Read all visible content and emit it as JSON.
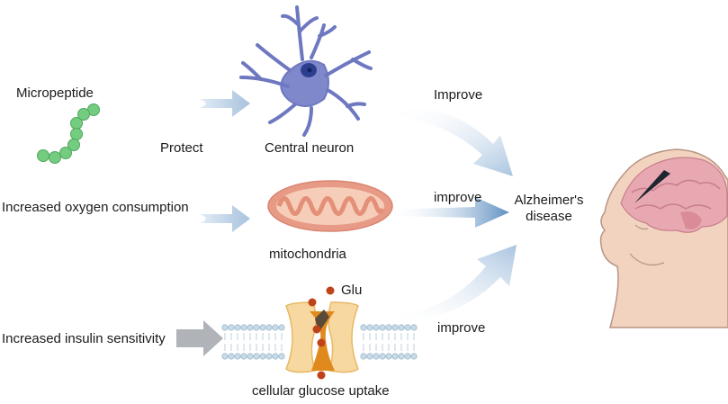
{
  "labels": {
    "micropeptide": "Micropeptide",
    "protect": "Protect",
    "central_neuron": "Central neuron",
    "improve_top": "Improve",
    "increased_oxygen": "Increased oxygen consumption",
    "mitochondria": "mitochondria",
    "improve_mid": "improve",
    "alzheimers_line1": "Alzheimer's",
    "alzheimers_line2": "disease",
    "glu": "Glu",
    "increased_insulin": "Increased insulin sensitivity",
    "cellular_glucose": "cellular glucose uptake",
    "improve_bottom": "improve"
  },
  "icons": {
    "peptide": "peptide-chain-icon",
    "neuron": "neuron-icon",
    "mitochondrion": "mitochondrion-icon",
    "membrane": "cell-membrane-icon",
    "transporter": "glucose-transporter-icon",
    "head": "human-head-brain-icon"
  },
  "colors": {
    "arrow_light": "#bcd3e8",
    "arrow_dark": "#6f9cc8",
    "neuron": "#7d86c8",
    "mito_outer": "#e79b86",
    "mito_inner": "#f6cdb8",
    "peptide": "#6cc77a",
    "transporter": "#f7d8a0",
    "transporter_core": "#e08a1e",
    "glu": "#c0421a",
    "skin": "#f2d3c0",
    "brain": "#e8a8b2",
    "insulin_arrow": "#b0b4b8"
  }
}
